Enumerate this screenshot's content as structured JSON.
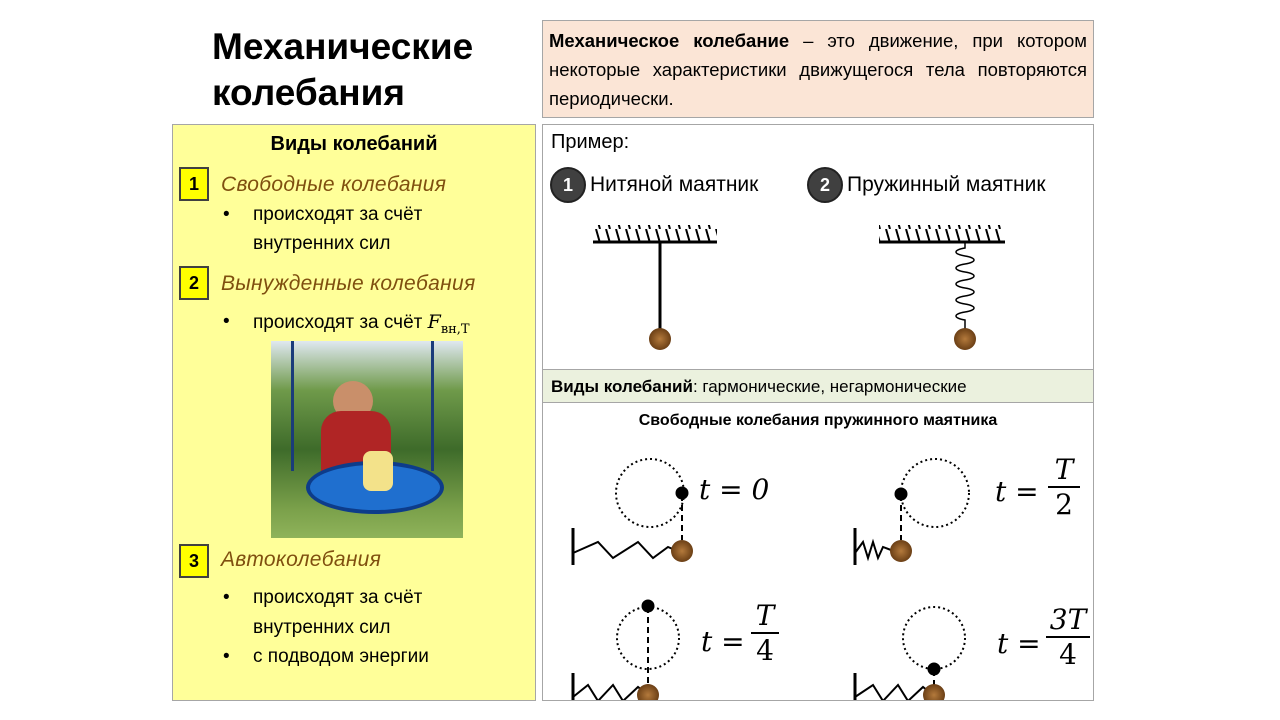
{
  "title": "Механические колебания",
  "definition": {
    "term": "Механическое колебание",
    "text": " – это движение, при котором некоторые характеристики движущегося тела повторяются периодически."
  },
  "left": {
    "heading": "Виды колебаний",
    "kinds": [
      {
        "num": "1",
        "name": "Свободные колебания",
        "bullets": [
          "происходят за счёт",
          "внутренних сил"
        ]
      },
      {
        "num": "2",
        "name": "Вынужденные колебания",
        "bullet_prefix": "происходят за счёт ",
        "force": "F",
        "force_sub": "вн,T"
      },
      {
        "num": "3",
        "name": "Автоколебания",
        "bullets": [
          "происходят за счёт",
          "внутренних сил",
          "с подводом энергии"
        ]
      }
    ]
  },
  "right": {
    "example_label": "Пример:",
    "examples": [
      {
        "num": "1",
        "name": "Нитяной маятник"
      },
      {
        "num": "2",
        "name": "Пружинный маятник"
      }
    ],
    "types_label": "Виды колебаний",
    "types_text": ": гармонические, негармонические",
    "diagram_title": "Свободные колебания пружинного маятника",
    "states": [
      {
        "t": "t = 0"
      },
      {
        "t": "t =",
        "num": "T",
        "den": "2"
      },
      {
        "t": "t =",
        "num": "T",
        "den": "4"
      },
      {
        "t": "t =",
        "num": "3T",
        "den": "4"
      }
    ]
  }
}
